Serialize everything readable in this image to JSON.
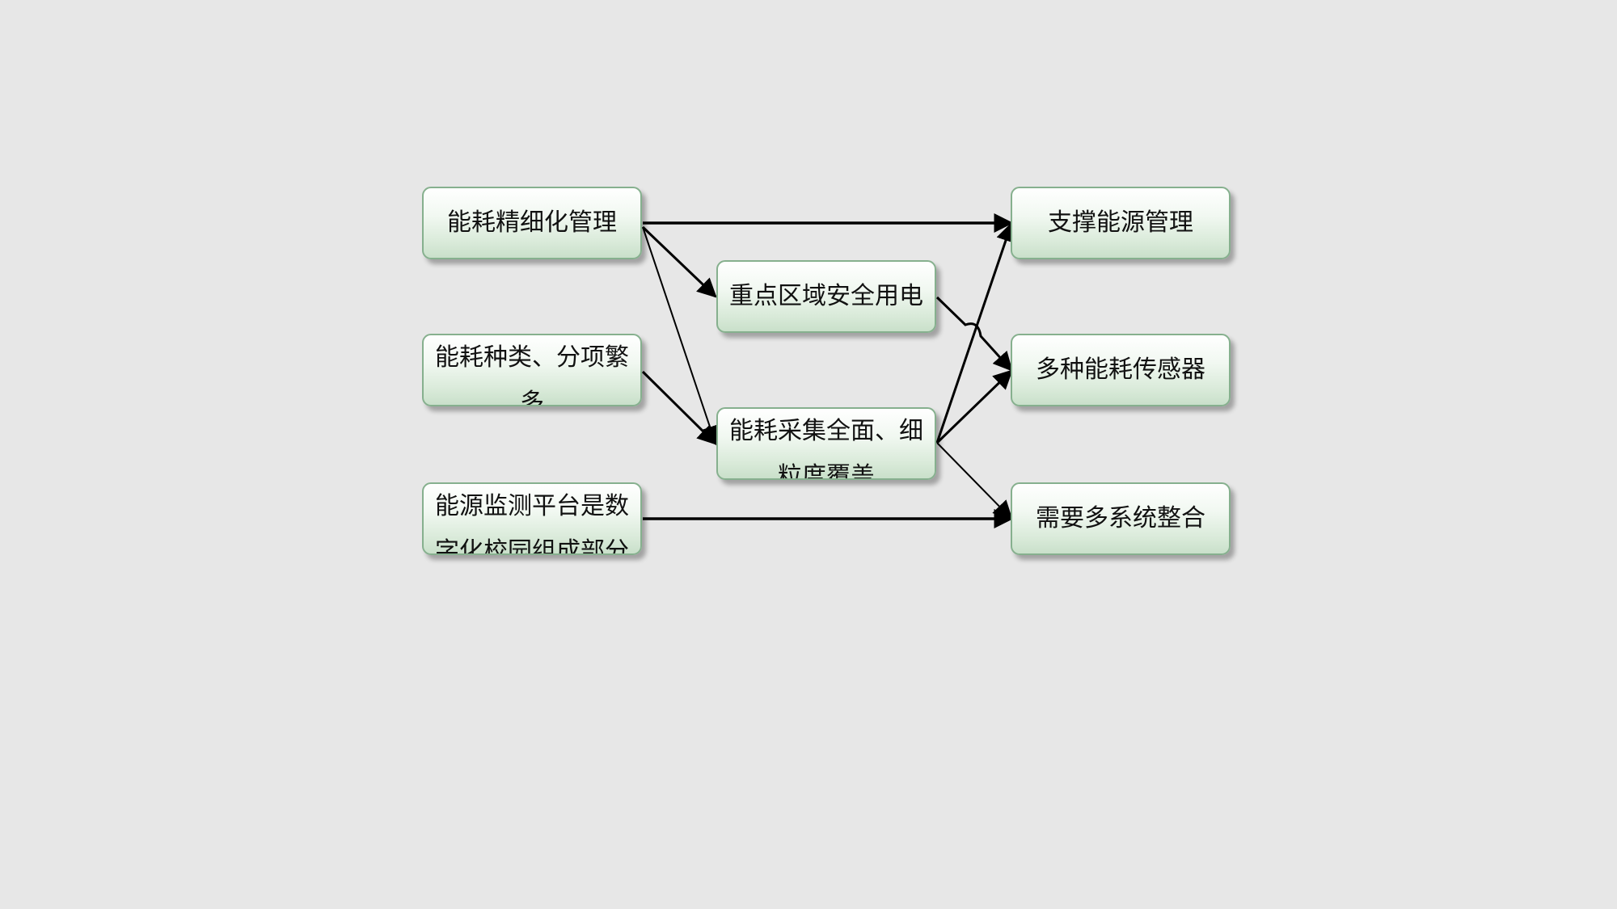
{
  "nodes": {
    "fine_management": "能耗精细化管理",
    "many_types": "能耗种类、分项繁多",
    "platform_part": "能源监测平台是数字化校园组成部分",
    "key_area_safety": "重点区域安全用电",
    "full_collection": "能耗采集全面、细粒度覆盖",
    "support_energy": "支撑能源管理",
    "multi_sensors": "多种能耗传感器",
    "multi_system": "需要多系统整合"
  },
  "colors": {
    "background": "#e7e7e7",
    "node_border": "#86b08e",
    "arrow": "#000000"
  }
}
